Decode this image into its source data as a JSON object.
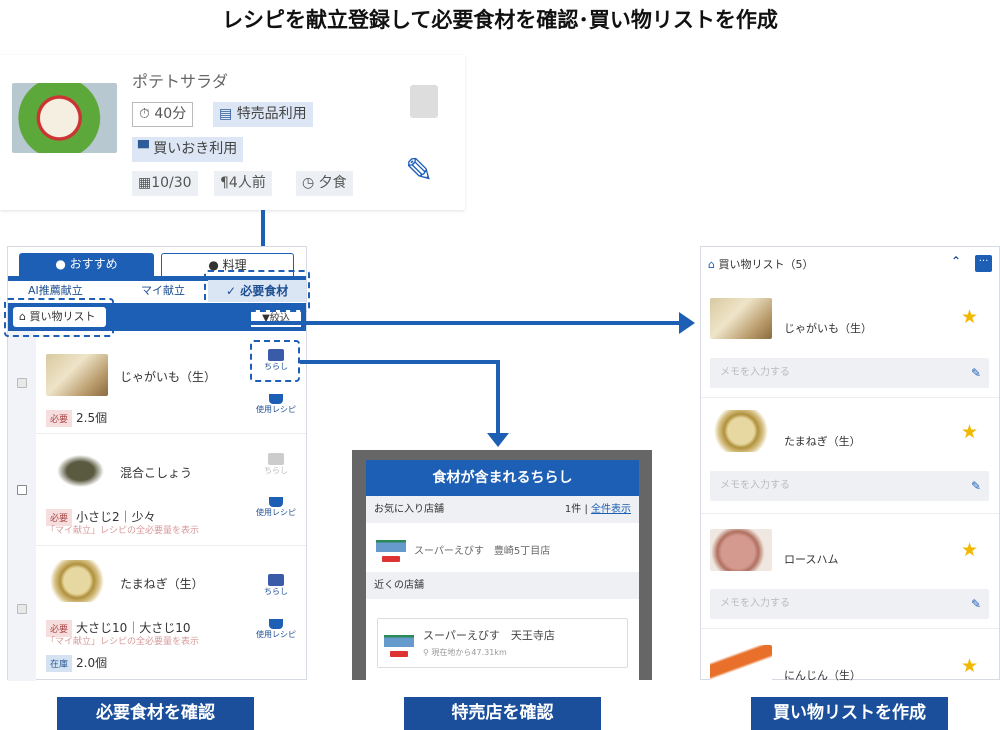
{
  "title": "レシピを献立登録して必要食材を確認･買い物リストを作成",
  "recipe_card": {
    "name": "ポテトサラダ",
    "time": "40分",
    "sale_badge": "特売品利用",
    "stock_badge": "買いおき利用",
    "date": "10/30",
    "servings": "4人前",
    "meal": "夕食",
    "icons": [
      "timer-icon",
      "flyer-icon",
      "box-icon",
      "calendar-icon",
      "utensils-icon",
      "clock-icon",
      "calculator-icon",
      "pencil-icon"
    ]
  },
  "ingredients_panel": {
    "tabs": [
      "おすすめ",
      "料理"
    ],
    "breadcrumb": [
      "AI推薦献立",
      "マイ献立",
      "必要食材"
    ],
    "shopping_list_button": "買い物リスト",
    "filter_button": "絞込",
    "flyer_label": "ちらし",
    "used_recipe_label": "使用レシピ",
    "items": [
      {
        "name": "じゃがいも（生）",
        "need_tag": "必要",
        "need": "2.5個",
        "note": "",
        "stock_tag": "",
        "stock": "",
        "checked": true,
        "flyer_active": true
      },
      {
        "name": "混合こしょう",
        "need_tag": "必要",
        "need": "小さじ2｜少々",
        "note": "「マイ献立」レシピの全必要量を表示",
        "stock_tag": "",
        "stock": "",
        "checked": false,
        "flyer_active": false
      },
      {
        "name": "たまねぎ（生）",
        "need_tag": "必要",
        "need": "大さじ10｜大さじ10",
        "note": "「マイ献立」レシピの全必要量を表示",
        "stock_tag": "在庫",
        "stock": "2.0個",
        "checked": true,
        "flyer_active": true
      }
    ]
  },
  "flyer_popup": {
    "header": "食材が含まれるちらし",
    "favorites_label": "お気に入り店舗",
    "favorites_count": "1件",
    "show_all": "全件表示",
    "favorite_store": "スーパーえびす　豊崎5丁目店",
    "nearby_label": "近くの店舗",
    "nearby_store": "スーパーえびす　天王寺店",
    "nearby_distance": "現在地から47.31km"
  },
  "shopping_list": {
    "title": "買い物リスト（5）",
    "memo_placeholder": "メモを入力する",
    "items": [
      "じゃがいも（生）",
      "たまねぎ（生）",
      "ロースハム",
      "にんじん（生）"
    ]
  },
  "captions": [
    "必要食材を確認",
    "特売店を確認",
    "買い物リストを作成"
  ],
  "colors": {
    "brand_blue": "#1d5fb4",
    "caption_blue": "#1b4f9c",
    "star": "#f0b800"
  }
}
